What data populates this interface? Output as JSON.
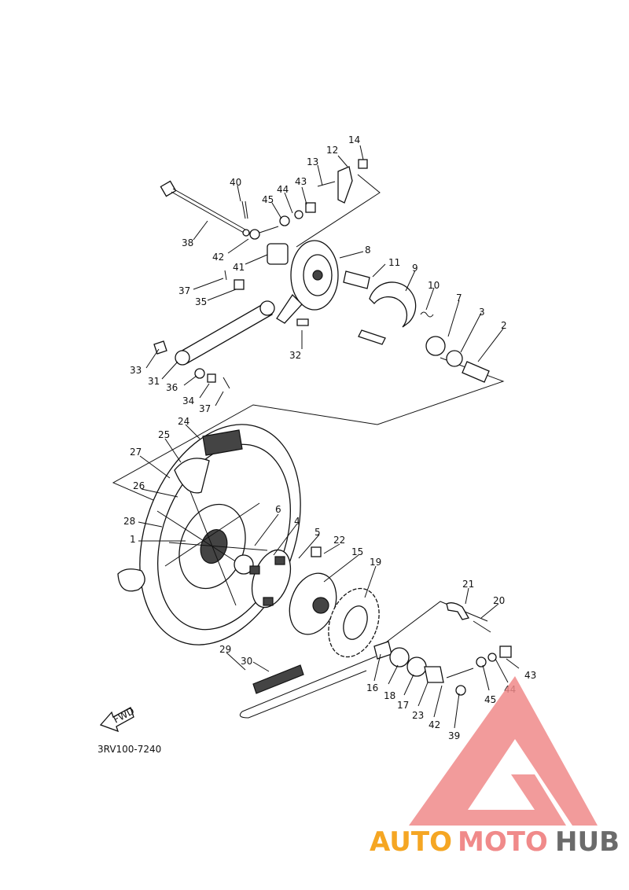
{
  "diagram": {
    "code": "3RV100-7240",
    "fwd_label": "FWD",
    "callouts": [
      {
        "id": "c14",
        "text": "14"
      },
      {
        "id": "c12",
        "text": "12"
      },
      {
        "id": "c13",
        "text": "13"
      },
      {
        "id": "c40",
        "text": "40"
      },
      {
        "id": "c44a",
        "text": "44"
      },
      {
        "id": "c43a",
        "text": "43"
      },
      {
        "id": "c45a",
        "text": "45"
      },
      {
        "id": "c8",
        "text": "8"
      },
      {
        "id": "c38",
        "text": "38"
      },
      {
        "id": "c42a",
        "text": "42"
      },
      {
        "id": "c11",
        "text": "11"
      },
      {
        "id": "c41",
        "text": "41"
      },
      {
        "id": "c9",
        "text": "9"
      },
      {
        "id": "c10",
        "text": "10"
      },
      {
        "id": "c37a",
        "text": "37"
      },
      {
        "id": "c35",
        "text": "35"
      },
      {
        "id": "c7",
        "text": "7"
      },
      {
        "id": "c3",
        "text": "3"
      },
      {
        "id": "c2",
        "text": "2"
      },
      {
        "id": "c32",
        "text": "32"
      },
      {
        "id": "c33",
        "text": "33"
      },
      {
        "id": "c31",
        "text": "31"
      },
      {
        "id": "c36",
        "text": "36"
      },
      {
        "id": "c34",
        "text": "34"
      },
      {
        "id": "c37b",
        "text": "37"
      },
      {
        "id": "c24",
        "text": "24"
      },
      {
        "id": "c25",
        "text": "25"
      },
      {
        "id": "c27",
        "text": "27"
      },
      {
        "id": "c26",
        "text": "26"
      },
      {
        "id": "c6",
        "text": "6"
      },
      {
        "id": "c28",
        "text": "28"
      },
      {
        "id": "c4",
        "text": "4"
      },
      {
        "id": "c1",
        "text": "1"
      },
      {
        "id": "c5",
        "text": "5"
      },
      {
        "id": "c22",
        "text": "22"
      },
      {
        "id": "c15",
        "text": "15"
      },
      {
        "id": "c19",
        "text": "19"
      },
      {
        "id": "c21",
        "text": "21"
      },
      {
        "id": "c20",
        "text": "20"
      },
      {
        "id": "c29",
        "text": "29"
      },
      {
        "id": "c30",
        "text": "30"
      },
      {
        "id": "c43b",
        "text": "43"
      },
      {
        "id": "c16",
        "text": "16"
      },
      {
        "id": "c18",
        "text": "18"
      },
      {
        "id": "c17",
        "text": "17"
      },
      {
        "id": "c45b",
        "text": "45"
      },
      {
        "id": "c44b",
        "text": "44"
      },
      {
        "id": "c23",
        "text": "23"
      },
      {
        "id": "c42b",
        "text": "42"
      },
      {
        "id": "c39",
        "text": "39"
      }
    ]
  },
  "watermark": {
    "part1": "AUTO",
    "part2": "MOTO",
    "part3": "HUB",
    "colors": {
      "orange": "#f5a623",
      "red": "#f08a8a",
      "gray": "#6b6b6b",
      "logo": "#f08a8a"
    }
  }
}
